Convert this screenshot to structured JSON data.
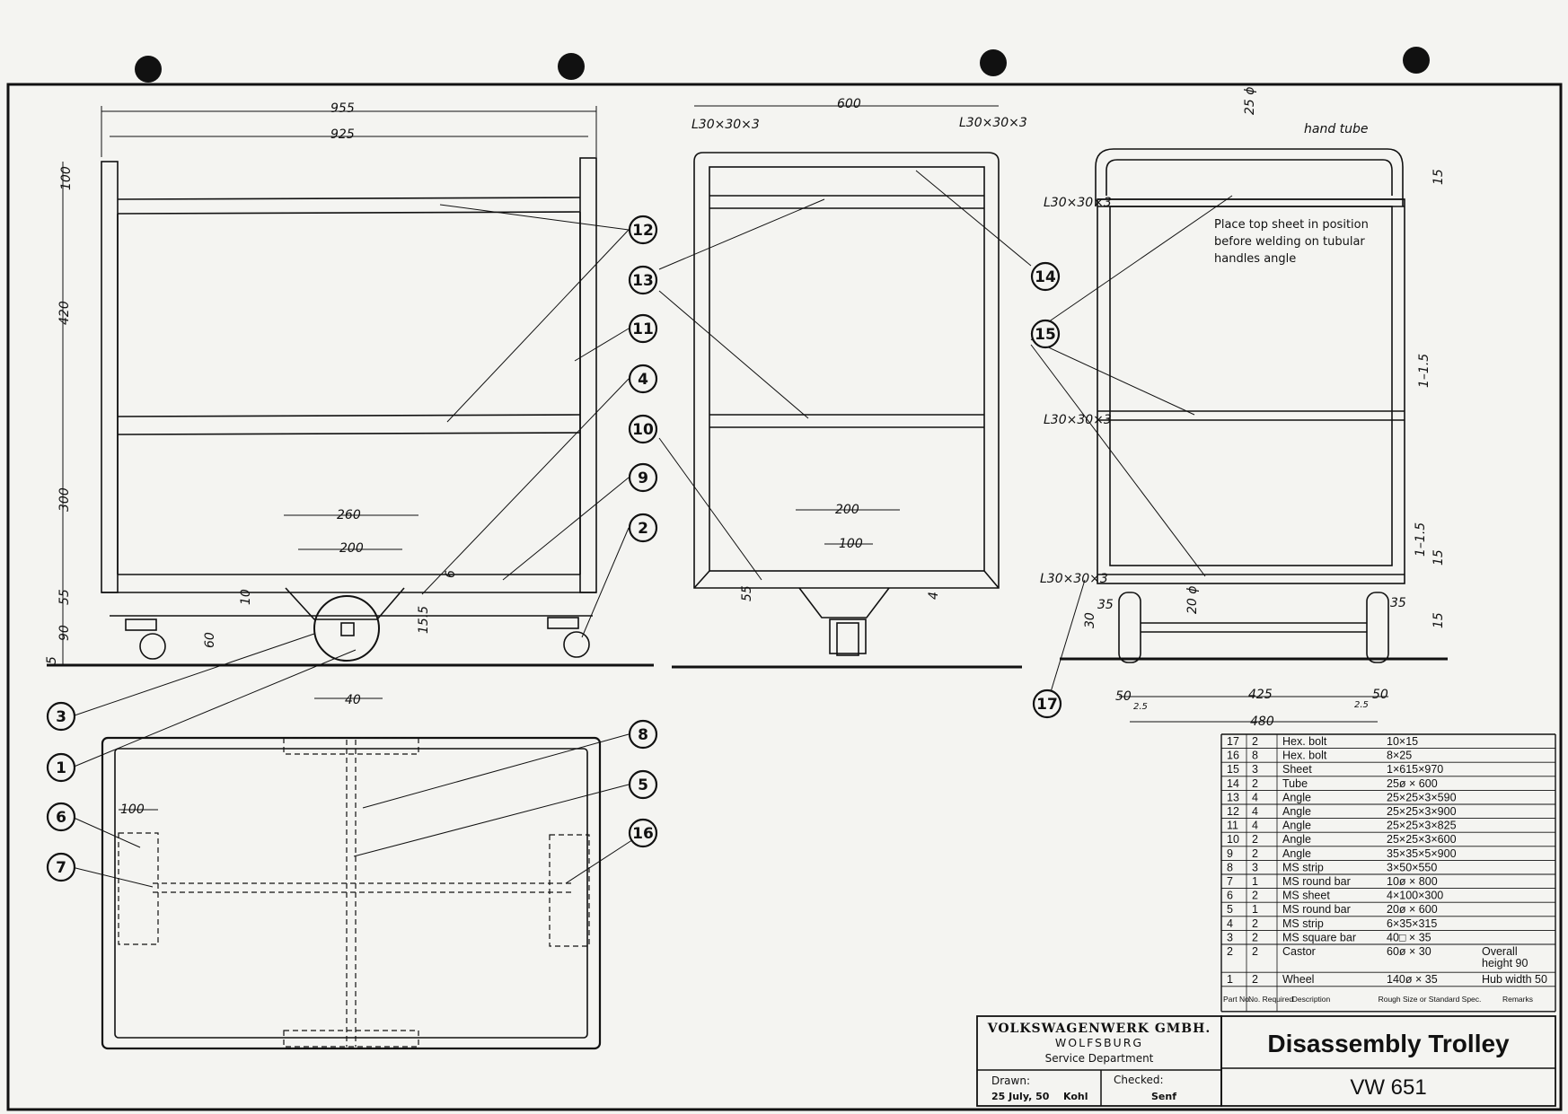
{
  "views": {
    "front": {
      "dims": {
        "overall_width": "955",
        "inner_width": "925",
        "top_offset": "100",
        "upper_shelf": "420",
        "lower_shelf": "300",
        "base_height": "55",
        "wheel_height": "90",
        "ground": "5",
        "wheel_bracket": "260",
        "wheel_span": "200",
        "bracket_drop": "6",
        "bracket_thk": "10",
        "castor_height": "60",
        "axle_offset": "15.5",
        "axle_width": "40"
      }
    },
    "side": {
      "dims": {
        "overall_width": "600",
        "angle_left": "L30×30×3",
        "angle_right": "L30×30×3",
        "castor_bracket": "200",
        "castor_inner": "100",
        "base_height": "55",
        "gap": "4"
      }
    },
    "end": {
      "dims": {
        "tube_dia": "25 ϕ",
        "hand_tube": "hand tube",
        "angle_top": "L30×30×3",
        "angle_mid": "L30×30×3",
        "angle_bottom": "L30×30×3",
        "top_gap": "15",
        "sheet_thk": "1–1.5",
        "lower_thk": "1–1.5",
        "lower_gap": "15",
        "axle_dia": "20 ϕ",
        "leg_left": "35",
        "leg_right": "35",
        "axle_height": "30",
        "tube_r": "15",
        "wheel_w_left": "50",
        "wheel_w_right": "50",
        "track": "425",
        "overall": "480",
        "hub_left": "2.5",
        "hub_right": "2.5"
      },
      "note_lines": [
        "Place top sheet in position",
        "before welding on tubular",
        "handles angle"
      ]
    },
    "plan": {
      "dims": {
        "plate_width": "100"
      }
    }
  },
  "callouts": [
    "1",
    "2",
    "3",
    "4",
    "5",
    "6",
    "7",
    "8",
    "9",
    "10",
    "11",
    "12",
    "13",
    "14",
    "15",
    "16",
    "17"
  ],
  "bom": {
    "headers": [
      "Part No.",
      "No. Required",
      "Description",
      "Rough Size or Standard Spec.",
      "Remarks"
    ],
    "rows": [
      {
        "part": "17",
        "qty": "2",
        "desc": "Hex. bolt",
        "size": "10×15",
        "remarks": []
      },
      {
        "part": "16",
        "qty": "8",
        "desc": "Hex. bolt",
        "size": "8×25",
        "remarks": []
      },
      {
        "part": "15",
        "qty": "3",
        "desc": "Sheet",
        "size": "1×615×970",
        "remarks": []
      },
      {
        "part": "14",
        "qty": "2",
        "desc": "Tube",
        "size": "25ø × 600",
        "remarks": []
      },
      {
        "part": "13",
        "qty": "4",
        "desc": "Angle",
        "size": "25×25×3×590",
        "remarks": []
      },
      {
        "part": "12",
        "qty": "4",
        "desc": "Angle",
        "size": "25×25×3×900",
        "remarks": []
      },
      {
        "part": "11",
        "qty": "4",
        "desc": "Angle",
        "size": "25×25×3×825",
        "remarks": []
      },
      {
        "part": "10",
        "qty": "2",
        "desc": "Angle",
        "size": "25×25×3×600",
        "remarks": []
      },
      {
        "part": "9",
        "qty": "2",
        "desc": "Angle",
        "size": "35×35×5×900",
        "remarks": []
      },
      {
        "part": "8",
        "qty": "3",
        "desc": "MS strip",
        "size": "3×50×550",
        "remarks": []
      },
      {
        "part": "7",
        "qty": "1",
        "desc": "MS round bar",
        "size": "10ø × 800",
        "remarks": []
      },
      {
        "part": "6",
        "qty": "2",
        "desc": "MS sheet",
        "size": "4×100×300",
        "remarks": []
      },
      {
        "part": "5",
        "qty": "1",
        "desc": "MS round bar",
        "size": "20ø × 600",
        "remarks": []
      },
      {
        "part": "4",
        "qty": "2",
        "desc": "MS strip",
        "size": "6×35×315",
        "remarks": []
      },
      {
        "part": "3",
        "qty": "2",
        "desc": "MS square bar",
        "size": "40□ × 35",
        "remarks": []
      },
      {
        "part": "2",
        "qty": "2",
        "desc": "Castor",
        "size": "60ø × 30",
        "remarks": [
          "Overall",
          "height 90"
        ]
      },
      {
        "part": "1",
        "qty": "2",
        "desc": "Wheel",
        "size": "140ø × 35",
        "remarks": [
          "Hub width 50"
        ]
      }
    ]
  },
  "title_block": {
    "company": "VOLKSWAGENWERK GMBH.",
    "city": "WOLFSBURG",
    "department": "Service Department",
    "drawn_label": "Drawn:",
    "drawn_date": "25 July, 50",
    "drawn_by": "Kohl",
    "checked_label": "Checked:",
    "checked_by": "Senf",
    "title": "Disassembly Trolley",
    "drawing_no": "VW 651"
  }
}
